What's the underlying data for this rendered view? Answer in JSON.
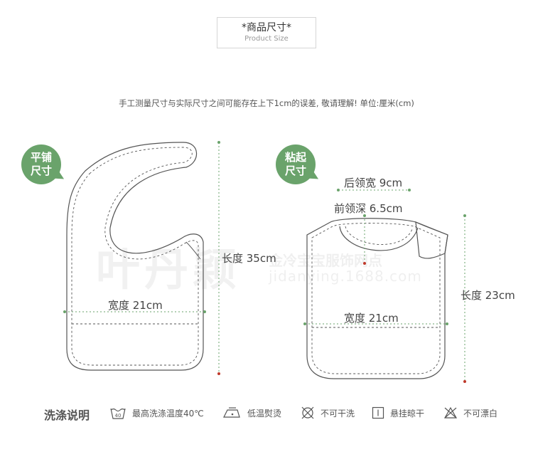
{
  "header": {
    "title": "*商品尺寸*",
    "subtitle": "Product Size"
  },
  "note": "手工测量尺寸与实际尺寸之间可能存在上下1cm的误差, 敬请理解! 单位:厘米(cm)",
  "flat": {
    "badge": [
      "平铺",
      "尺寸"
    ],
    "length_label": "长度 35cm",
    "width_label": "宽度 21cm"
  },
  "closed": {
    "badge": [
      "粘起",
      "尺寸"
    ],
    "back_neck_label": "后领宽 9cm",
    "front_neck_label": "前领深 6.5cm",
    "width_label": "宽度 21cm",
    "length_label": "长度 23cm"
  },
  "watermark": {
    "brand": "叶丹颖",
    "shop": "金冷宝宝服饰网点",
    "url": "jidanying.1688.com"
  },
  "care": {
    "title": "洗涤说明",
    "items": [
      {
        "icon": "wash-40-icon",
        "label": "最高洗涤温度40℃",
        "badge": "40"
      },
      {
        "icon": "low-iron-icon",
        "label": "低温熨烫"
      },
      {
        "icon": "no-dry-clean-icon",
        "label": "不可干洗"
      },
      {
        "icon": "hang-dry-icon",
        "label": "悬挂晾干"
      },
      {
        "icon": "no-bleach-icon",
        "label": "不可漂白"
      }
    ]
  },
  "colors": {
    "badge": "#6aa36b",
    "dim_line": "#6aa36b",
    "end_dot": "#c0392b",
    "outline": "#555555"
  }
}
